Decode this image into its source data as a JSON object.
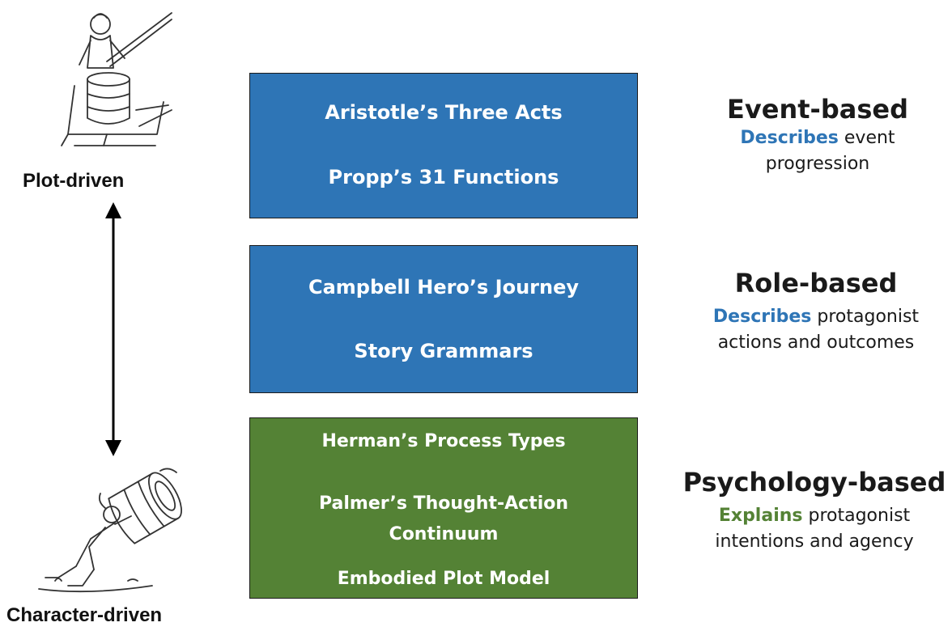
{
  "axis": {
    "top_label": "Plot-driven",
    "bottom_label": "Character-driven"
  },
  "boxes": [
    {
      "color": "#2e75b6",
      "items": [
        "Aristotle’s Three Acts",
        "Propp’s 31 Functions"
      ]
    },
    {
      "color": "#2e75b6",
      "items": [
        "Campbell Hero’s Journey",
        "Story Grammars"
      ]
    },
    {
      "color": "#548235",
      "items": [
        "Herman’s Process Types",
        "Palmer’s Thought-Action",
        "Continuum",
        "Embodied Plot Model"
      ]
    }
  ],
  "categories": [
    {
      "title": "Event-based",
      "keyword": "Describes",
      "keyword_color": "#2e75b6",
      "desc_1": " event",
      "desc_2": "progression"
    },
    {
      "title": "Role-based",
      "keyword": "Describes",
      "keyword_color": "#2e75b6",
      "desc_1": " protagonist",
      "desc_2": "actions and outcomes"
    },
    {
      "title": "Psychology-based",
      "keyword": "Explains",
      "keyword_color": "#548235",
      "desc_1": " protagonist",
      "desc_2": "intentions and agency"
    }
  ],
  "illustrations": [
    "figure-pulling-barrel-icon",
    "figure-pushing-barrel-icon"
  ]
}
